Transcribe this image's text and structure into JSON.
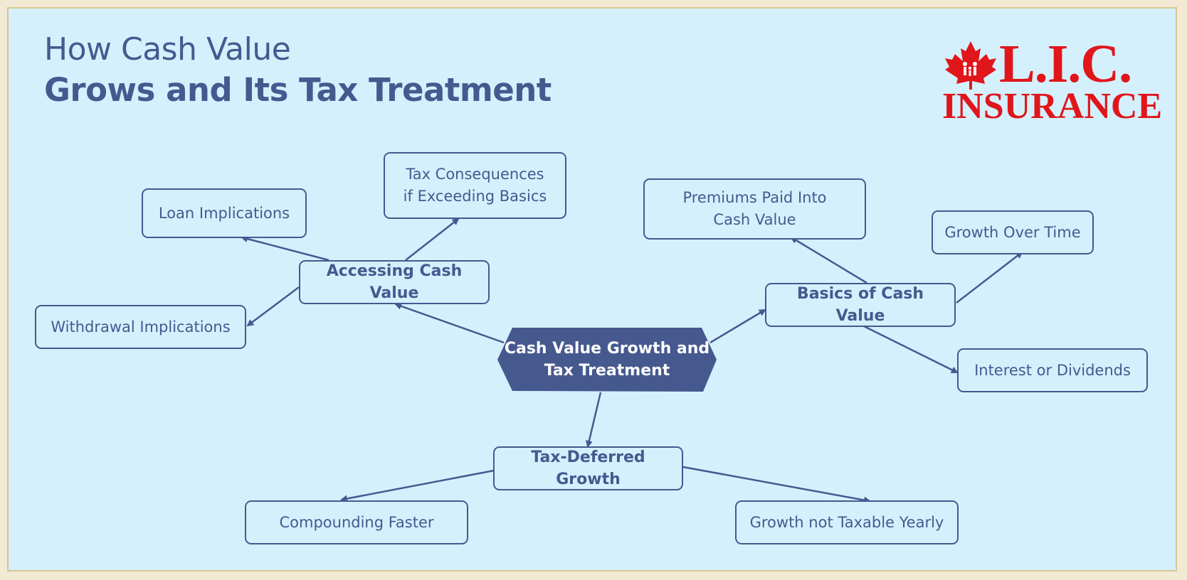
{
  "title": {
    "line1": "How Cash Value",
    "line2": "Grows and Its Tax Treatment"
  },
  "logo": {
    "line1": "L.I.C.",
    "line2": "INSURANCE",
    "icon": "maple-leaf-icon",
    "color": "#e0161b"
  },
  "colors": {
    "primary": "#46598f",
    "background": "#d4f0fc",
    "frame": "#d8c690"
  },
  "hub": {
    "line1": "Cash Value Growth and",
    "line2": "Tax Treatment"
  },
  "branches": {
    "accessing": "Accessing Cash Value",
    "basics": "Basics of Cash Value",
    "deferred": "Tax-Deferred Growth"
  },
  "leaves": {
    "loan": "Loan Implications",
    "tax_conseq_line1": "Tax Consequences",
    "tax_conseq_line2": "if Exceeding Basics",
    "withdrawal": "Withdrawal Implications",
    "premiums_line1": "Premiums Paid Into",
    "premiums_line2": "Cash Value",
    "growth_time": "Growth Over Time",
    "interest": "Interest or Dividends",
    "compounding": "Compounding Faster",
    "not_taxable": "Growth not Taxable Yearly"
  }
}
